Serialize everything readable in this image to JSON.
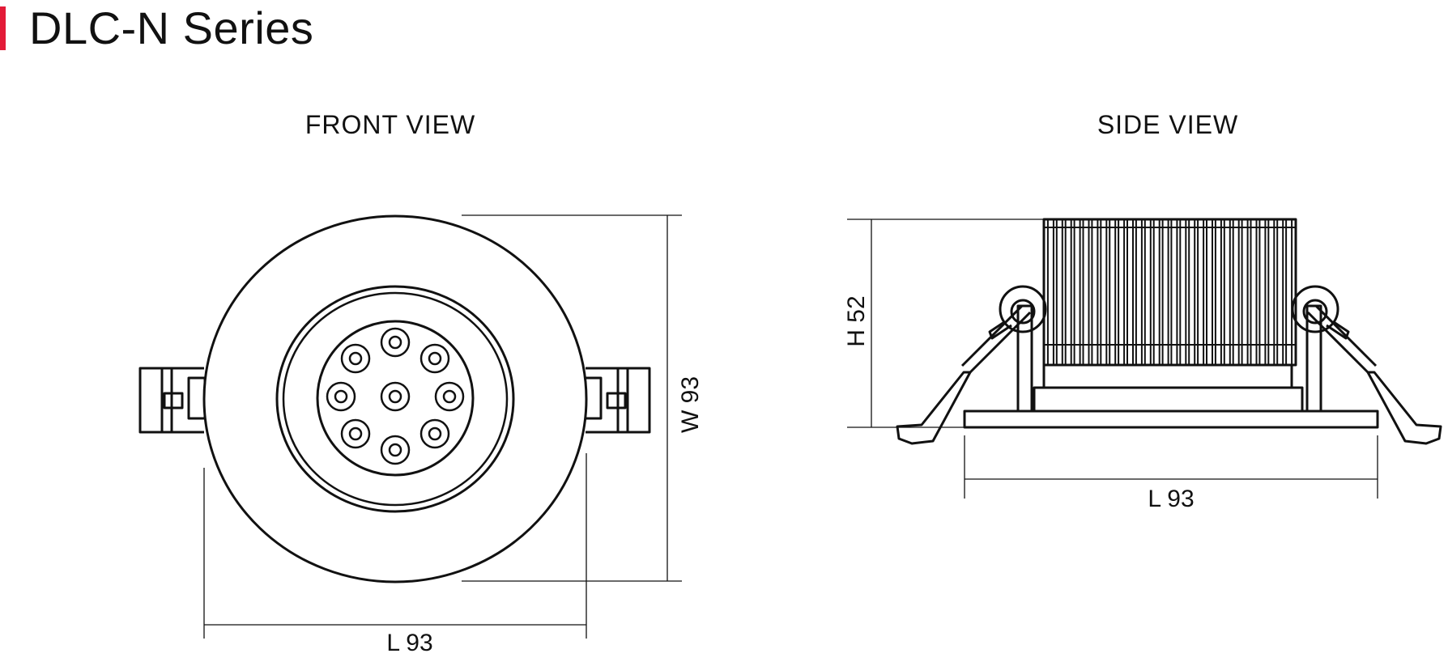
{
  "header": {
    "title": "DLC-N Series"
  },
  "colors": {
    "accent": "#e31b38",
    "line": "#111111"
  },
  "front_view": {
    "label": "FRONT VIEW",
    "width_dimension": "W 93",
    "length_dimension": "L 93"
  },
  "side_view": {
    "label": "SIDE VIEW",
    "height_dimension": "H 52",
    "length_dimension": "L 93"
  }
}
